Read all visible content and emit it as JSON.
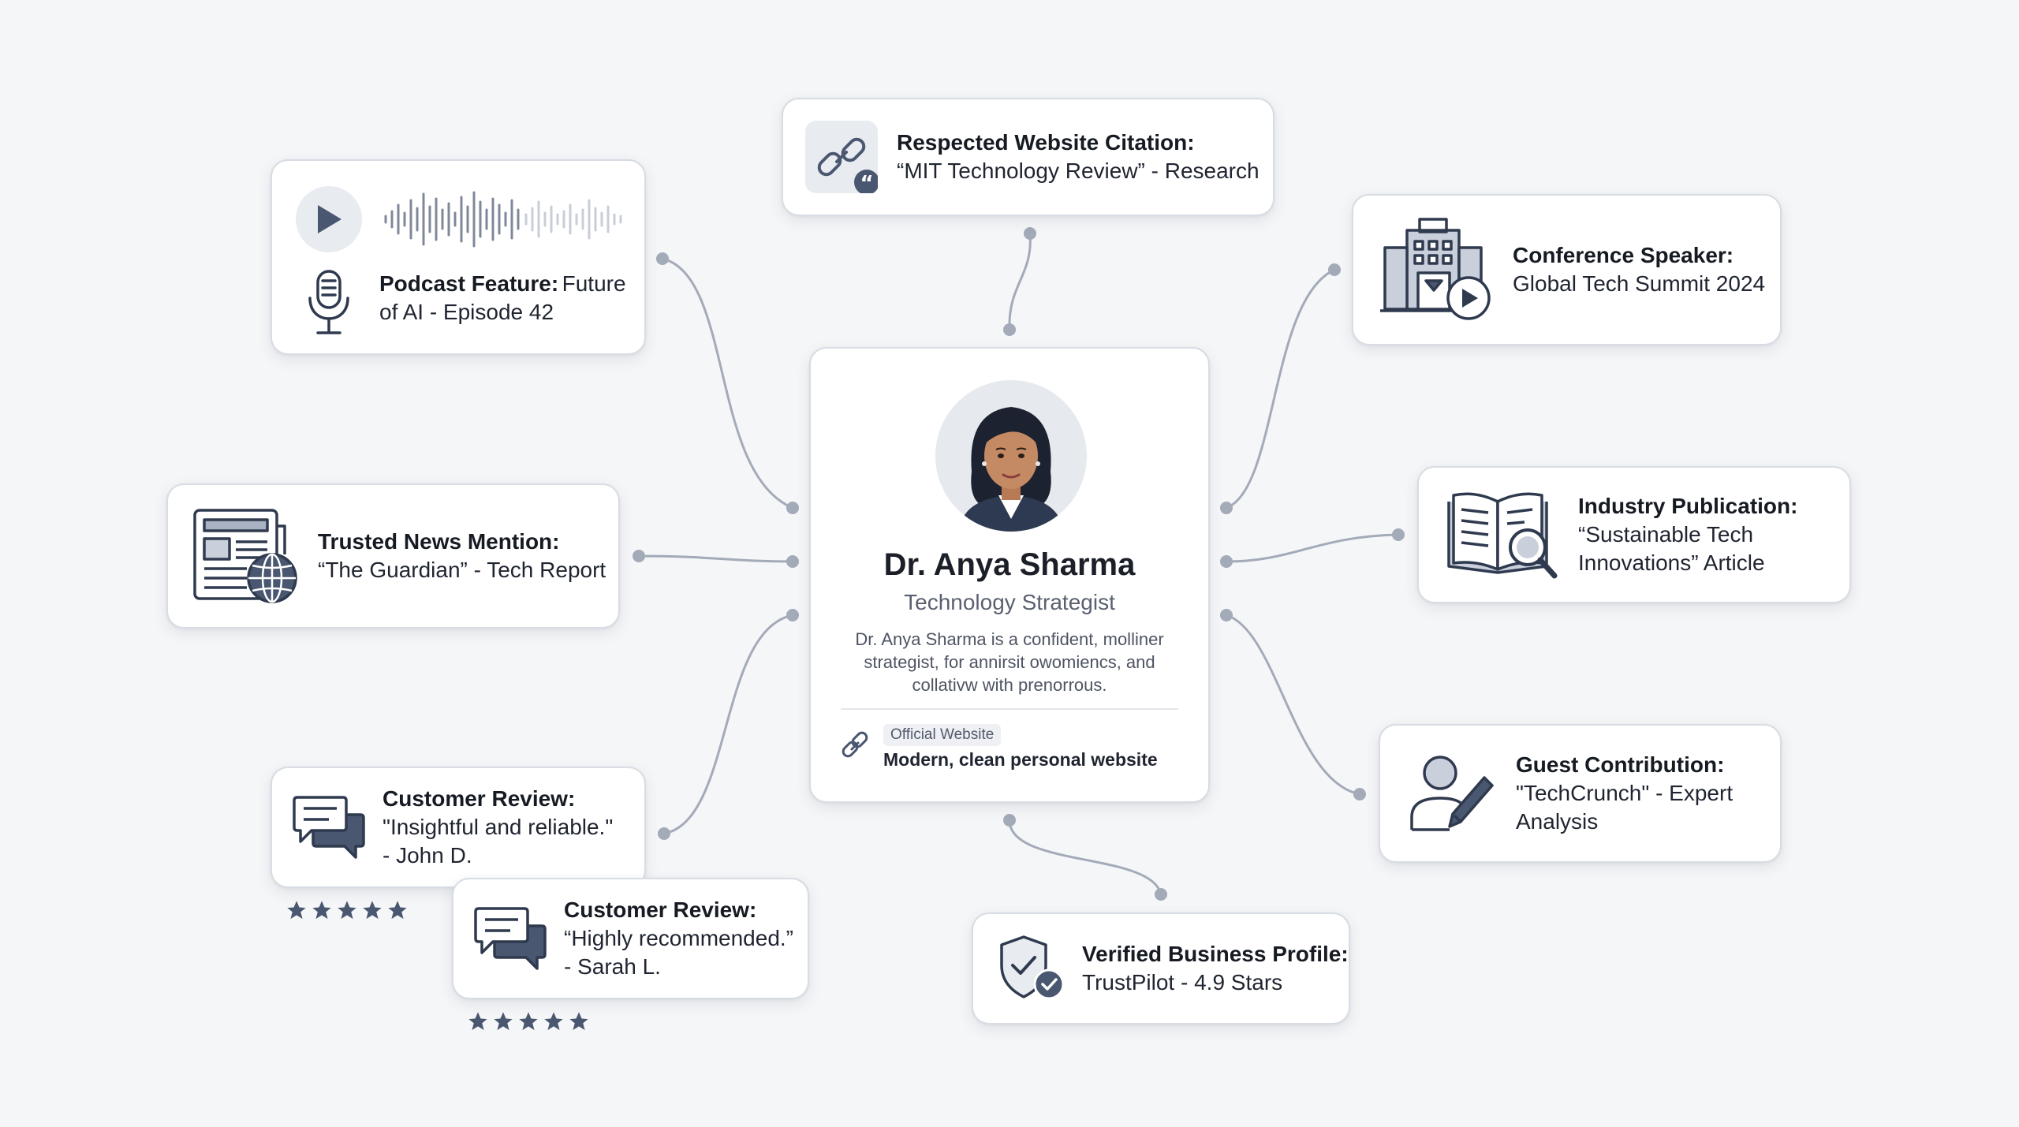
{
  "colors": {
    "background": "#f5f6f8",
    "card_border": "#d8dce3",
    "icon_slate": "#4a5770",
    "icon_light": "#aeb7c7",
    "connector": "#a3aab8",
    "star": "#4a5770"
  },
  "profile": {
    "name": "Dr. Anya Sharma",
    "role": "Technology Strategist",
    "bio": "Dr. Anya Sharma is a confident, molliner strategist, for annirsit owomiencs, and collativw with prenorrous.",
    "website_badge": "Official Website",
    "website_desc": "Modern, clean personal website",
    "avatar_icon": "person-avatar",
    "link_icon": "link-icon"
  },
  "nodes": {
    "podcast": {
      "title": "Podcast Feature:",
      "sub": "Future of AI - Episode 42",
      "icons": [
        "play-icon",
        "waveform-icon",
        "microphone-icon"
      ]
    },
    "citation": {
      "title": "Respected Website Citation:",
      "sub": "“MIT Technology Review” - Research",
      "icon": "link-quote-icon"
    },
    "conference": {
      "title": "Conference Speaker:",
      "sub": "Global Tech Summit 2024",
      "icon": "building-video-icon"
    },
    "news": {
      "title": "Trusted News Mention:",
      "sub": "“The Guardian” - Tech Report",
      "icon": "newspaper-globe-icon"
    },
    "publication": {
      "title": "Industry Publication:",
      "sub1": "“Sustainable Tech",
      "sub2": "Innovations” Article",
      "icon": "open-book-magnifier-icon"
    },
    "review1": {
      "title": "Customer Review:",
      "sub1": "\"Insightful and reliable.\"",
      "sub2": "- John D.",
      "icon": "chat-bubbles-icon",
      "rating": 5
    },
    "review2": {
      "title": "Customer Review:",
      "sub1": "“Highly recommended.”",
      "sub2": "- Sarah L.",
      "icon": "chat-bubbles-icon",
      "rating": 5
    },
    "guest": {
      "title": "Guest Contribution:",
      "sub1": "\"TechCrunch\" - Expert",
      "sub2": "Analysis",
      "icon": "user-pen-icon"
    },
    "verified": {
      "title": "Verified Business Profile:",
      "sub": "TrustPilot - 4.9 Stars",
      "icon": "shield-check-icon"
    }
  }
}
